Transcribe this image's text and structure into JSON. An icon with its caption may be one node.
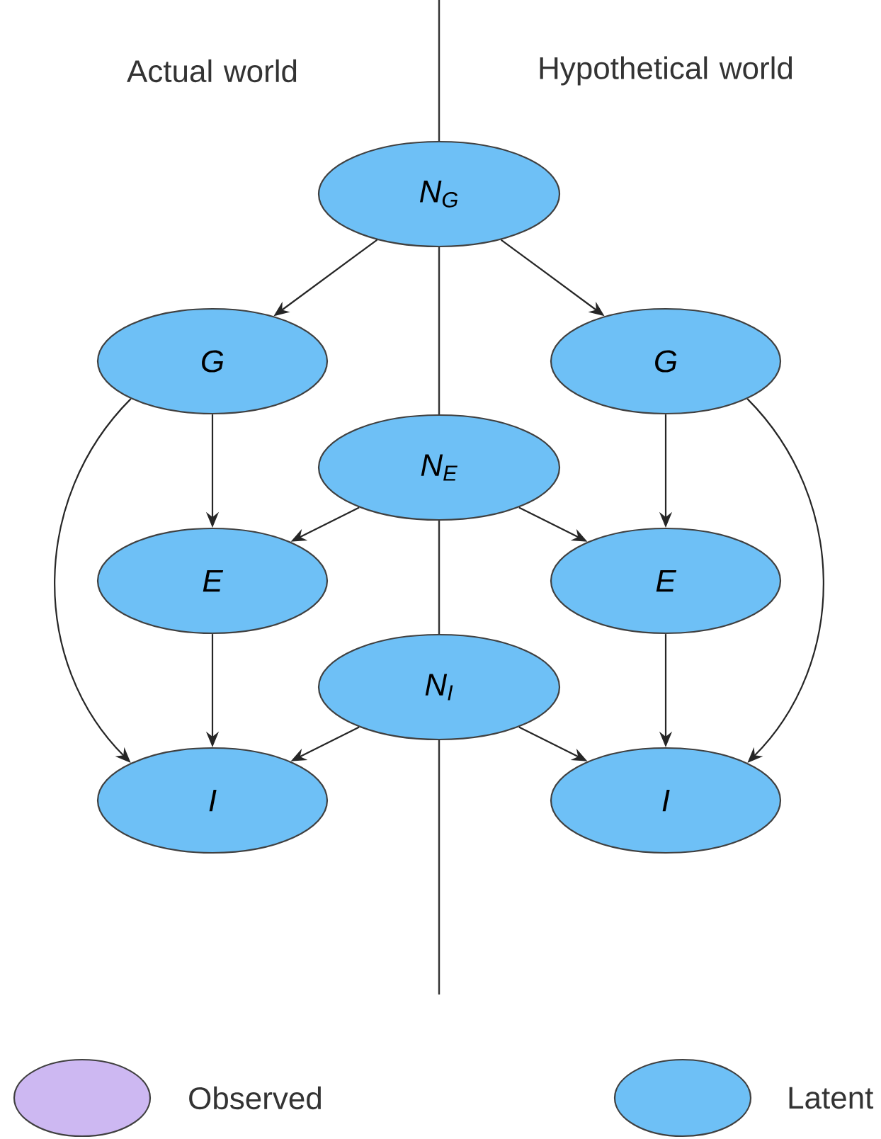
{
  "diagram": {
    "nodes": [
      {
        "text": [
          "N$_{G}$"
        ]
      },
      {
        "text": [
          "G"
        ]
      },
      {
        "text": [
          "G"
        ]
      },
      {
        "text": [
          "N$_{E}$"
        ]
      },
      {
        "text": [
          "E"
        ]
      },
      {
        "text": [
          "E"
        ]
      },
      {
        "text": [
          "N$_{I}$"
        ]
      },
      {
        "text": [
          "I"
        ]
      },
      {
        "text": [
          "I"
        ]
      }
    ],
    "edges": [
      {
        "from": 0,
        "to": 1,
        "arrow": "to"
      },
      {
        "from": 0,
        "to": 2,
        "arrow": "to"
      },
      {
        "from": 1,
        "to": 4,
        "arrow": "to"
      },
      {
        "from": 1,
        "to": 7,
        "arrow": "to"
      },
      {
        "from": 2,
        "to": 5,
        "arrow": "to"
      },
      {
        "from": 2,
        "to": 8,
        "arrow": "to"
      },
      {
        "from": 3,
        "to": 4,
        "arrow": "to"
      },
      {
        "from": 3,
        "to": 5,
        "arrow": "to"
      },
      {
        "from": 4,
        "to": 7,
        "arrow": "to"
      },
      {
        "from": 5,
        "to": 8,
        "arrow": "to"
      },
      {
        "from": 6,
        "to": 7,
        "arrow": "to"
      },
      {
        "from": 6,
        "to": 8,
        "arrow": "to"
      }
    ],
    "labels": [
      "Actual world",
      "Hypothetical world"
    ],
    "legend": [
      {
        "text": "Observed",
        "color": "#cdb8f2"
      },
      {
        "text": "Latent",
        "color": "#6ec0f6"
      }
    ]
  }
}
